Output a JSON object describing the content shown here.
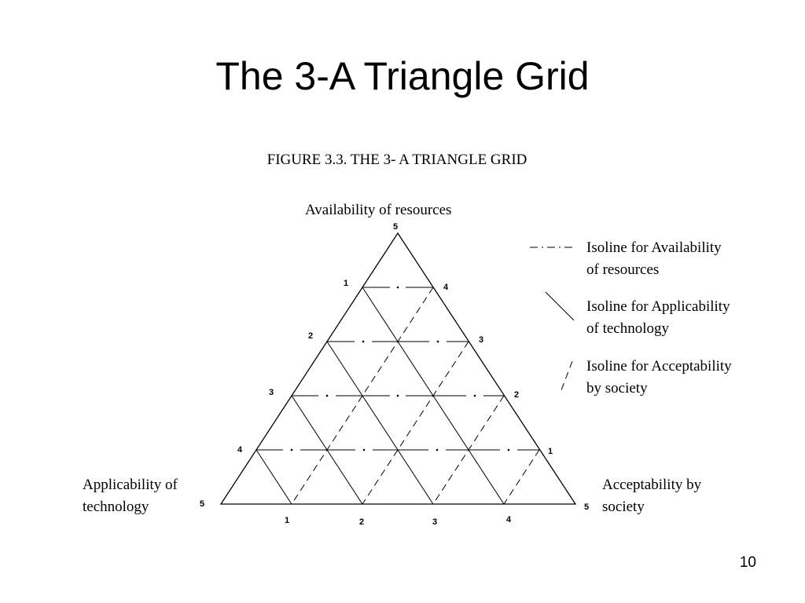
{
  "slide": {
    "title": "The 3-A Triangle Grid",
    "figure_caption": "FIGURE 3.3. THE 3- A TRIANGLE GRID",
    "page_number": "10"
  },
  "axes": {
    "top": "Availability of resources",
    "left_line1": "Applicability of",
    "left_line2": "technology",
    "right_line1": "Acceptability by",
    "right_line2": "society"
  },
  "legend": [
    {
      "line1": "Isoline for Availability",
      "line2": "of resources",
      "style": "dash-dot"
    },
    {
      "line1": "Isoline for Applicability",
      "line2": "of technology",
      "style": "solid"
    },
    {
      "line1": "Isoline for Acceptability",
      "line2": "by society",
      "style": "dashed"
    }
  ],
  "scale": {
    "apex": "5",
    "left_side": [
      "1",
      "2",
      "3",
      "4"
    ],
    "right_side": [
      "4",
      "3",
      "2",
      "1"
    ],
    "bottom": [
      "1",
      "2",
      "3",
      "4"
    ],
    "bottom_left_corner": "5",
    "bottom_right_corner": "5"
  },
  "colors": {
    "line": "#000000",
    "background": "#ffffff"
  }
}
